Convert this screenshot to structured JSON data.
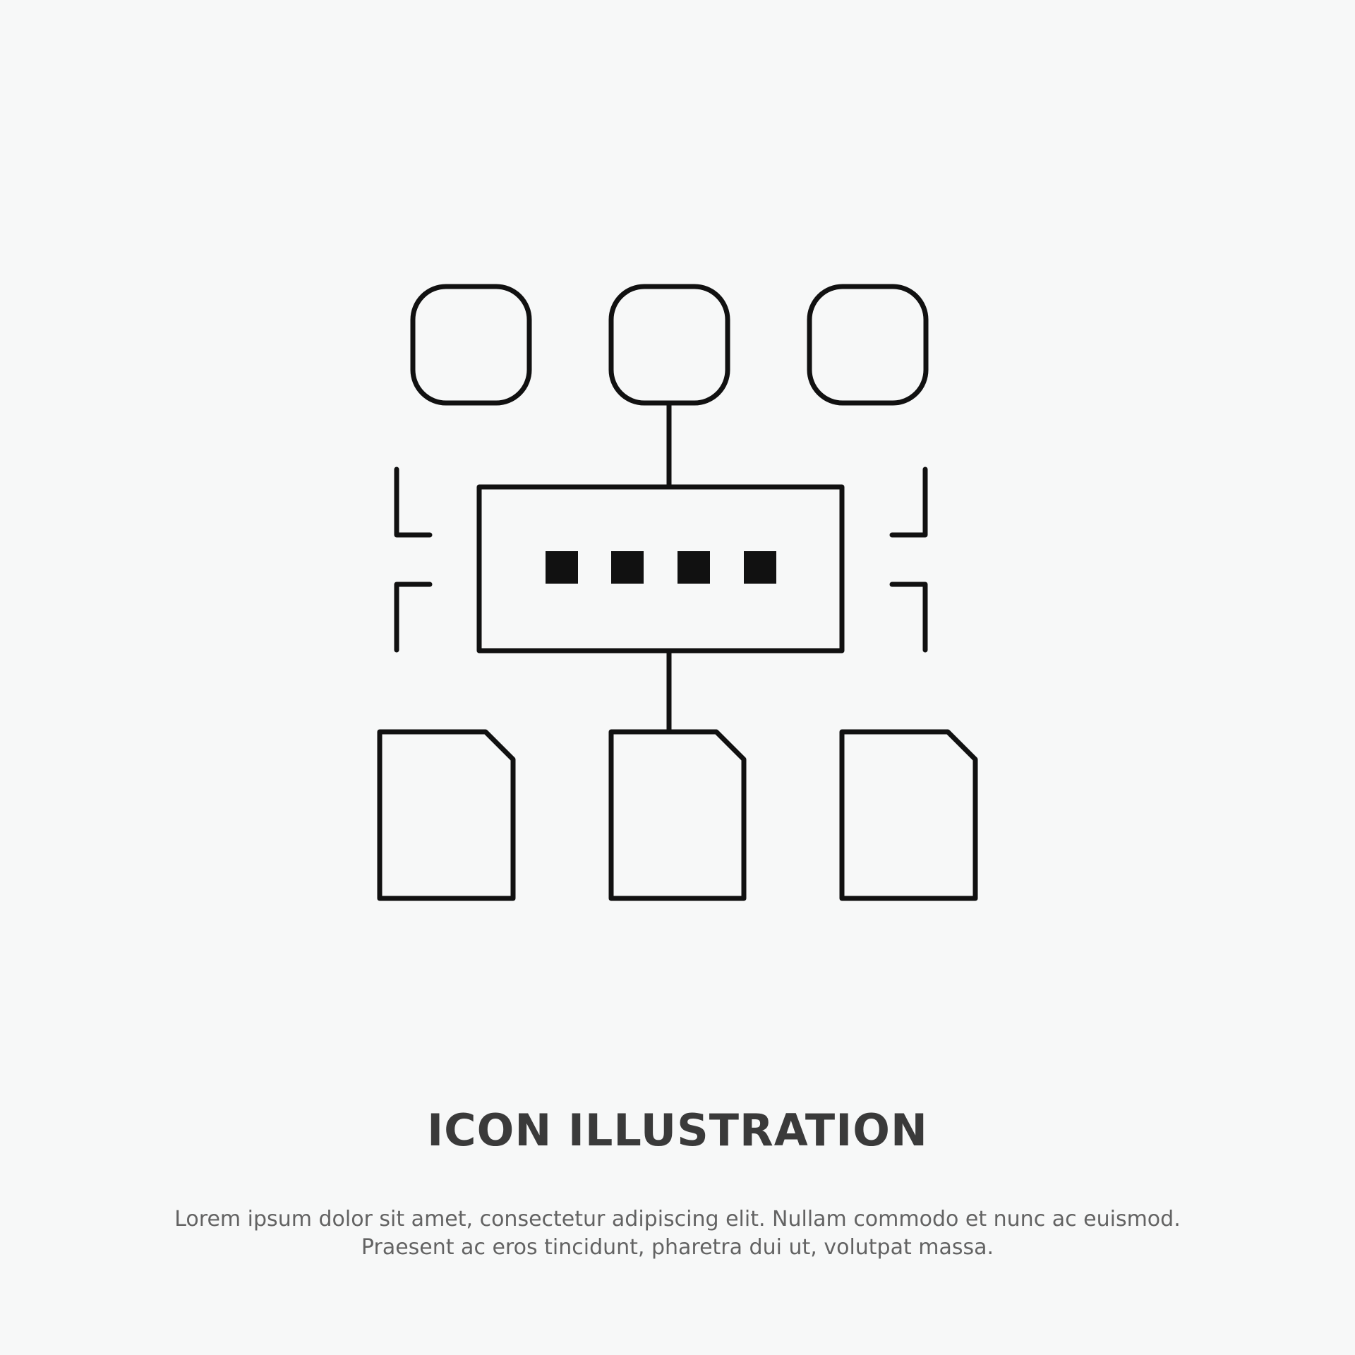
{
  "illustration": {
    "icon": "workflow-hierarchy-icon",
    "stroke_color": "#111111",
    "background_color": "#f7f8f8"
  },
  "title": "ICON ILLUSTRATION",
  "caption": {
    "line1": "Lorem ipsum dolor sit amet, consectetur adipiscing elit. Nullam commodo et nunc ac euismod.",
    "line2": "Praesent ac eros tincidunt, pharetra dui ut, volutpat massa."
  },
  "colors": {
    "title": "#3a3a3a",
    "caption": "#636363"
  }
}
